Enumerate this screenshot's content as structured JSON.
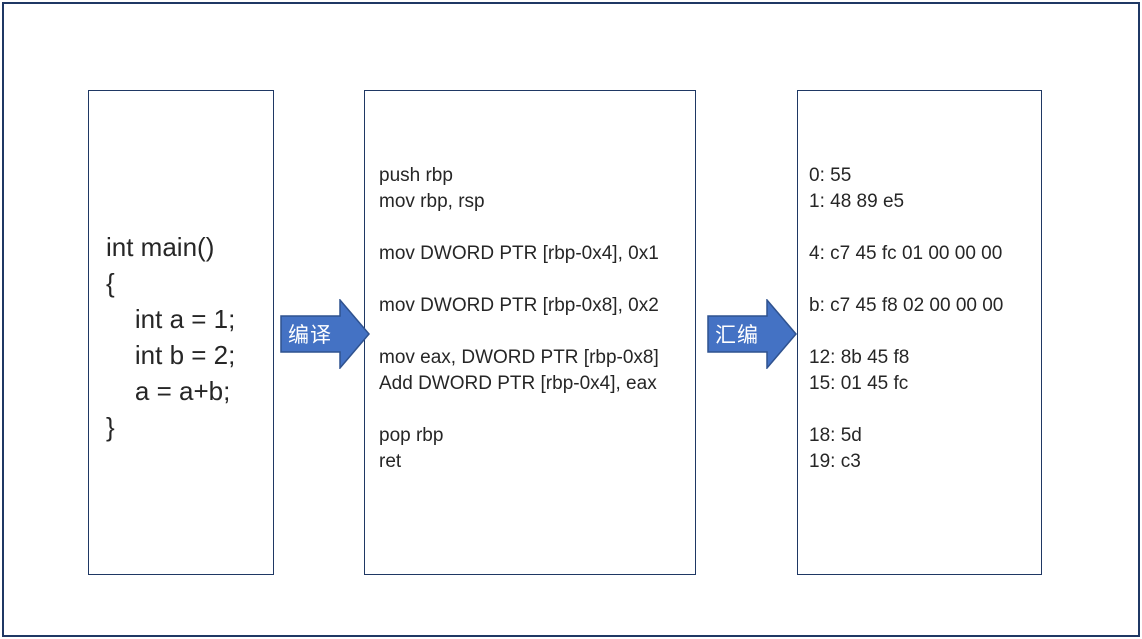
{
  "diagram": {
    "title": "c-compilation-pipeline",
    "source_box": {
      "lines": [
        "int main()",
        "{",
        "    int a = 1;",
        "    int b = 2;",
        "    a = a+b;",
        "}"
      ]
    },
    "assembly_box": {
      "lines": [
        "push rbp",
        "mov rbp, rsp",
        "",
        "mov DWORD PTR [rbp-0x4], 0x1",
        "",
        "mov DWORD PTR [rbp-0x8], 0x2",
        "",
        "mov eax, DWORD PTR [rbp-0x8]",
        "Add DWORD PTR [rbp-0x4], eax",
        "",
        "pop rbp",
        "ret"
      ]
    },
    "machine_code_box": {
      "lines": [
        "0: 55",
        "1: 48 89 e5",
        "",
        "4: c7 45 fc 01 00 00 00",
        "",
        "b: c7 45 f8 02 00 00 00",
        "",
        "12: 8b 45 f8",
        "15: 01 45 fc",
        "",
        "18: 5d",
        "19: c3"
      ]
    },
    "arrows": [
      {
        "label": "编译"
      },
      {
        "label": "汇编"
      }
    ],
    "colors": {
      "background": "#ffffff",
      "frame_border": "#1f3864",
      "box_border": "#1f3864",
      "text": "#262626",
      "arrow_fill": "#4472c4",
      "arrow_outline": "#2f528f",
      "arrow_label": "#ffffff"
    }
  }
}
